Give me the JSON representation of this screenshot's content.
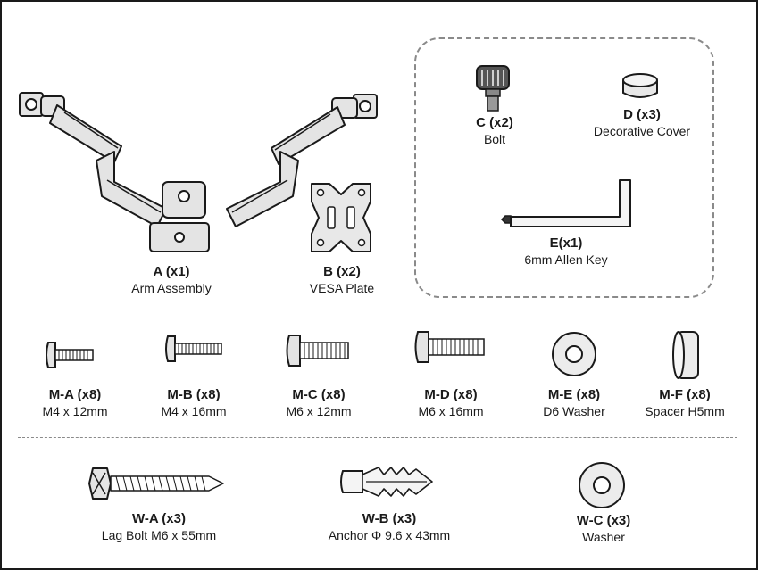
{
  "parts": {
    "A": {
      "code": "A (x1)",
      "desc": "Arm Assembly"
    },
    "B": {
      "code": "B (x2)",
      "desc": "VESA Plate"
    },
    "C": {
      "code": "C (x2)",
      "desc": "Bolt"
    },
    "D": {
      "code": "D (x3)",
      "desc": "Decorative Cover"
    },
    "E": {
      "code": "E(x1)",
      "desc": "6mm Allen Key"
    }
  },
  "screws": [
    {
      "code": "M-A (x8)",
      "desc": "M4 x 12mm"
    },
    {
      "code": "M-B (x8)",
      "desc": "M4 x 16mm"
    },
    {
      "code": "M-C (x8)",
      "desc": "M6 x 12mm"
    },
    {
      "code": "M-D (x8)",
      "desc": "M6 x 16mm"
    },
    {
      "code": "M-E (x8)",
      "desc": "D6 Washer"
    },
    {
      "code": "M-F (x8)",
      "desc": "Spacer H5mm"
    }
  ],
  "wall": [
    {
      "code": "W-A (x3)",
      "desc": "Lag Bolt M6 x 55mm"
    },
    {
      "code": "W-B (x3)",
      "desc": "Anchor  Φ 9.6 x 43mm"
    },
    {
      "code": "W-C (x3)",
      "desc": "Washer"
    }
  ],
  "colors": {
    "ink": "#1a1a1a",
    "dashed": "#8a8a8a",
    "metal": "#e2e2e2"
  }
}
